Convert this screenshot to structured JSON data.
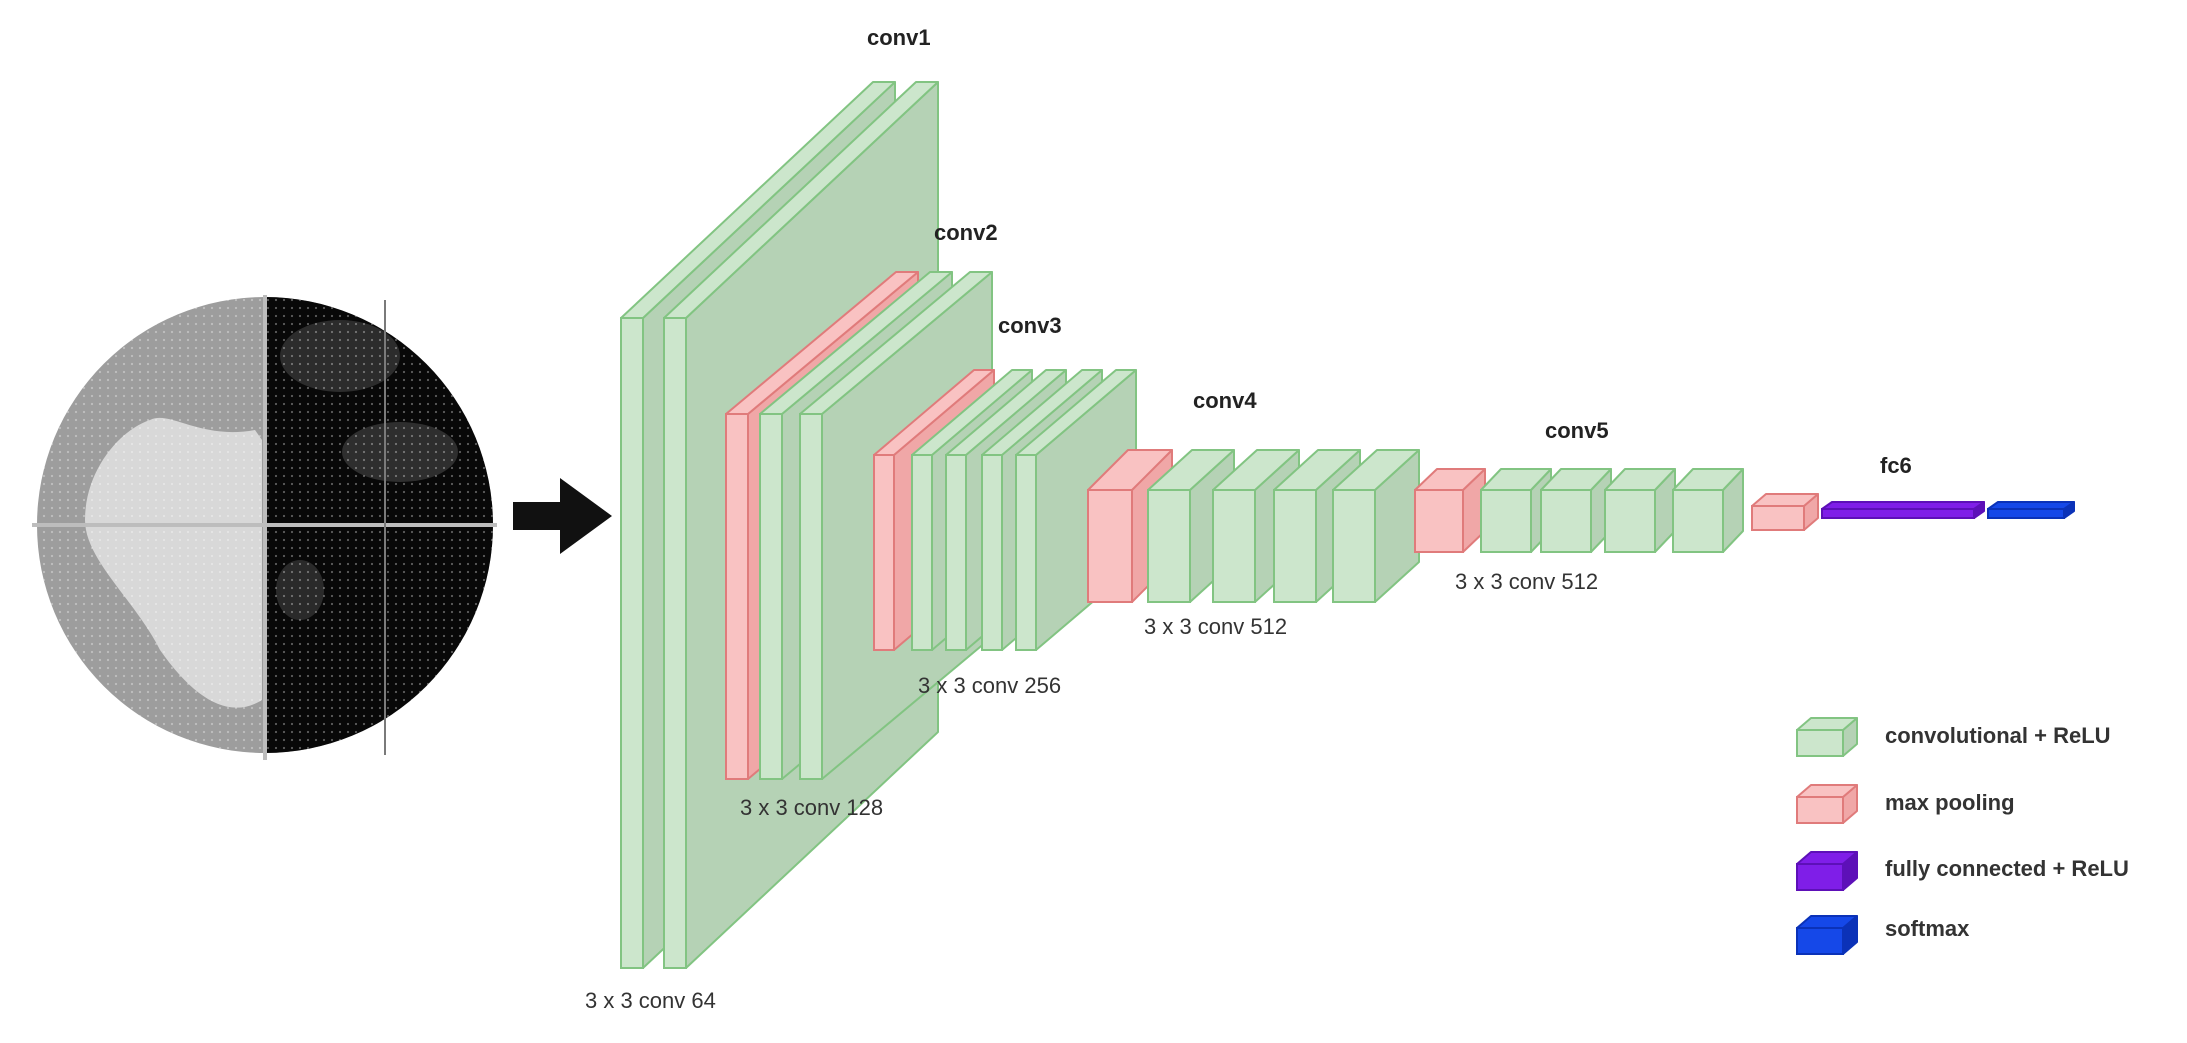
{
  "colors": {
    "conv": "#cce6cc",
    "conv_side": "#b5d2b5",
    "conv_edge": "#82c482",
    "pool": "#f9c2c2",
    "pool_side": "#f0a7a7",
    "pool_edge": "#e07b7b",
    "fc": "#7f1ee8",
    "fc_side": "#5d10b8",
    "softmax": "#1548e8",
    "softmax_side": "#0b32b8",
    "arrow": "#111111"
  },
  "stages": {
    "conv1": "conv1",
    "conv2": "conv2",
    "conv3": "conv3",
    "conv4": "conv4",
    "conv5": "conv5",
    "fc6": "fc6"
  },
  "sizes": {
    "conv1": "3 x 3 conv 64",
    "conv2": "3 x 3 conv 128",
    "conv3": "3 x 3 conv 256",
    "conv4": "3 x 3 conv 512",
    "conv5": "3 x 3 conv 512"
  },
  "legend": {
    "conv": "convolutional + ReLU",
    "pool": "max pooling",
    "fc": "fully connected + ReLU",
    "softmax": "softmax"
  },
  "input": {
    "icon": "visual-field-map-icon"
  },
  "flow": {
    "icon": "right-arrow-icon"
  }
}
